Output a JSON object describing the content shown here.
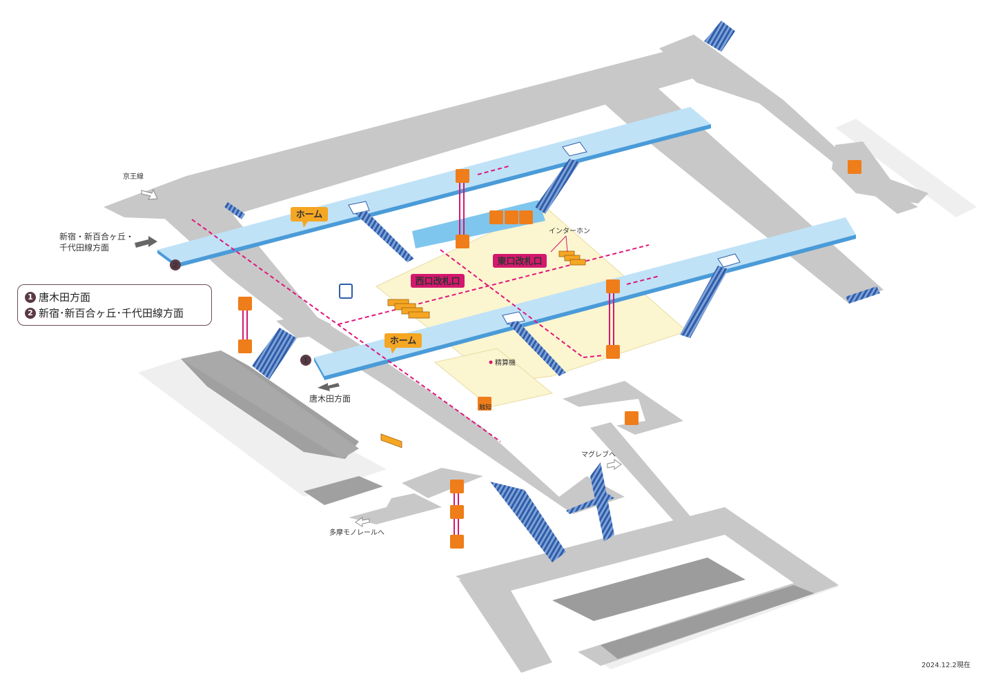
{
  "labels": {
    "keio_line": "京王線",
    "to_shinjuku_line1": "新宿・新百合ヶ丘・",
    "to_shinjuku_line2": "千代田線方面",
    "to_karakida": "唐木田方面",
    "home": "ホーム",
    "west_gate": "西口改札口",
    "east_gate": "東口改札口",
    "intercom": "インターホン",
    "fare_adjust": "精算機",
    "tactile": "触知",
    "to_maglev": "マグレブへ",
    "to_tama_monorail": "多摩モノレールへ",
    "platform_1": "1",
    "platform_2": "2",
    "date": "2024.12.2現在"
  },
  "legend": [
    {
      "num": "1",
      "text": "唐木田方面"
    },
    {
      "num": "2",
      "text": "新宿･新百合ヶ丘･千代田線方面"
    }
  ],
  "colors": {
    "floor": "#c8c8c8",
    "floor_shadow": "#9c9c9c",
    "platform": "#bfe2f7",
    "platform_edge": "#4a9bd8",
    "concourse": "#fbf5d0",
    "gate": "#d4186e",
    "route": "#e0157a",
    "stairs": "#2e5ca8",
    "icon_orange": "#ef7d1a",
    "callout": "#f5a623"
  },
  "icons": [
    "elevator-icon",
    "wheelchair-icon",
    "restroom-icon",
    "phone-icon",
    "ticket-gate-icon",
    "stairs-icon",
    "arrow-icon"
  ]
}
